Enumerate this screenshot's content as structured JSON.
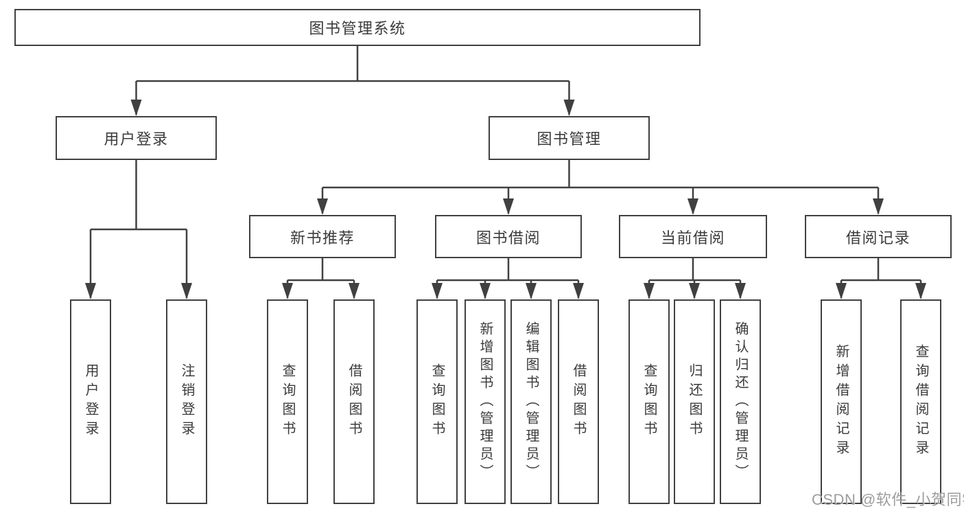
{
  "tree": {
    "label": "图书管理系统",
    "children": [
      {
        "label": "用户登录",
        "children": [
          {
            "label": "用户登录"
          },
          {
            "label": "注销登录"
          }
        ]
      },
      {
        "label": "图书管理",
        "children": [
          {
            "label": "新书推荐",
            "children": [
              {
                "label": "查询图书"
              },
              {
                "label": "借阅图书"
              }
            ]
          },
          {
            "label": "图书借阅",
            "children": [
              {
                "label": "查询图书"
              },
              {
                "label": "新增图书（管理员）"
              },
              {
                "label": "编辑图书（管理员）"
              },
              {
                "label": "借阅图书"
              }
            ]
          },
          {
            "label": "当前借阅",
            "children": [
              {
                "label": "查询图书"
              },
              {
                "label": "归还图书"
              },
              {
                "label": "确认归还（管理员）"
              }
            ]
          },
          {
            "label": "借阅记录",
            "children": [
              {
                "label": "新增借阅记录"
              },
              {
                "label": "查询借阅记录"
              }
            ]
          }
        ]
      }
    ]
  },
  "watermark": "CSDN @软件_小贺同学",
  "colors": {
    "line": "#404040",
    "text": "#3b3b3b",
    "background": "#ffffff",
    "watermark": "#949494"
  }
}
